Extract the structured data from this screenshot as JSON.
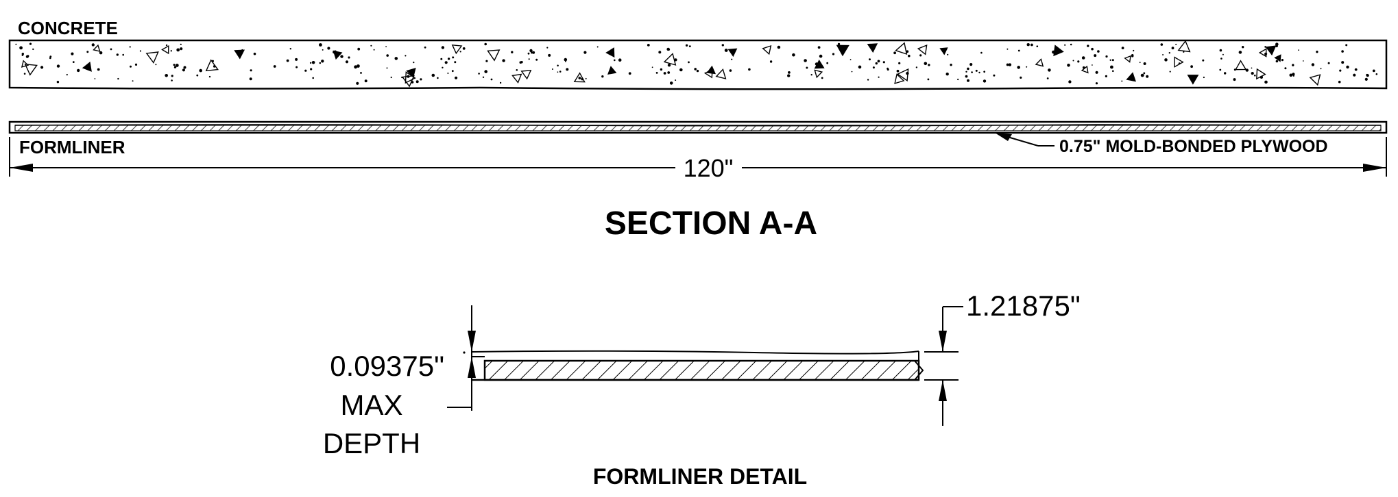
{
  "section_a_a": {
    "title": "SECTION A-A",
    "concrete_label": "CONCRETE",
    "formliner_label": "FORMLINER",
    "plywood_label": "0.75\" MOLD-BONDED PLYWOOD",
    "length_dim": "120\""
  },
  "formliner_detail": {
    "title": "FORMLINER DETAIL",
    "thickness_dim": "1.21875\"",
    "depth_dim": "0.09375\"",
    "depth_note_line1": "MAX",
    "depth_note_line2": "DEPTH"
  },
  "colors": {
    "line": "#000000",
    "background": "#ffffff"
  }
}
